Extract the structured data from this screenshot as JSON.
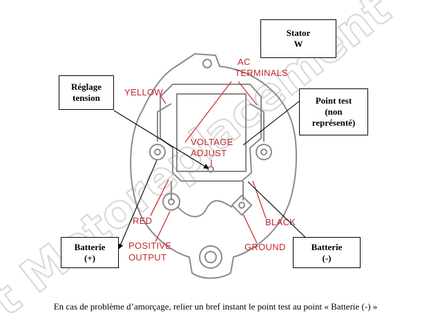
{
  "watermark": "t Motoreplacement",
  "boxes": {
    "stator": {
      "line1": "Stator",
      "line2": "W"
    },
    "reglage": {
      "line1": "Réglage",
      "line2": "tension"
    },
    "point_test": {
      "line1": "Point test",
      "line2": "(non",
      "line3": "représenté)"
    },
    "batterie_plus": {
      "line1": "Batterie",
      "line2": "(+)"
    },
    "batterie_minus": {
      "line1": "Batterie",
      "line2": "(-)"
    }
  },
  "labels": {
    "yellow": "YELLOW",
    "ac_terminals_1": "AC",
    "ac_terminals_2": "TERMINALS",
    "voltage_adjust_1": "VOLTAGE",
    "voltage_adjust_2": "ADJUST",
    "red": "RED",
    "black": "BLACK",
    "positive_output_1": "POSITIVE",
    "positive_output_2": "OUTPUT",
    "ground": "GROUND"
  },
  "caption": "En cas de problème d’amorçage, relier un bref instant le point test au point « Batterie (-) »",
  "colors": {
    "label_red": "#c0282d",
    "wire_red": "#d23c3c",
    "part_gray": "#8a8a8a"
  }
}
